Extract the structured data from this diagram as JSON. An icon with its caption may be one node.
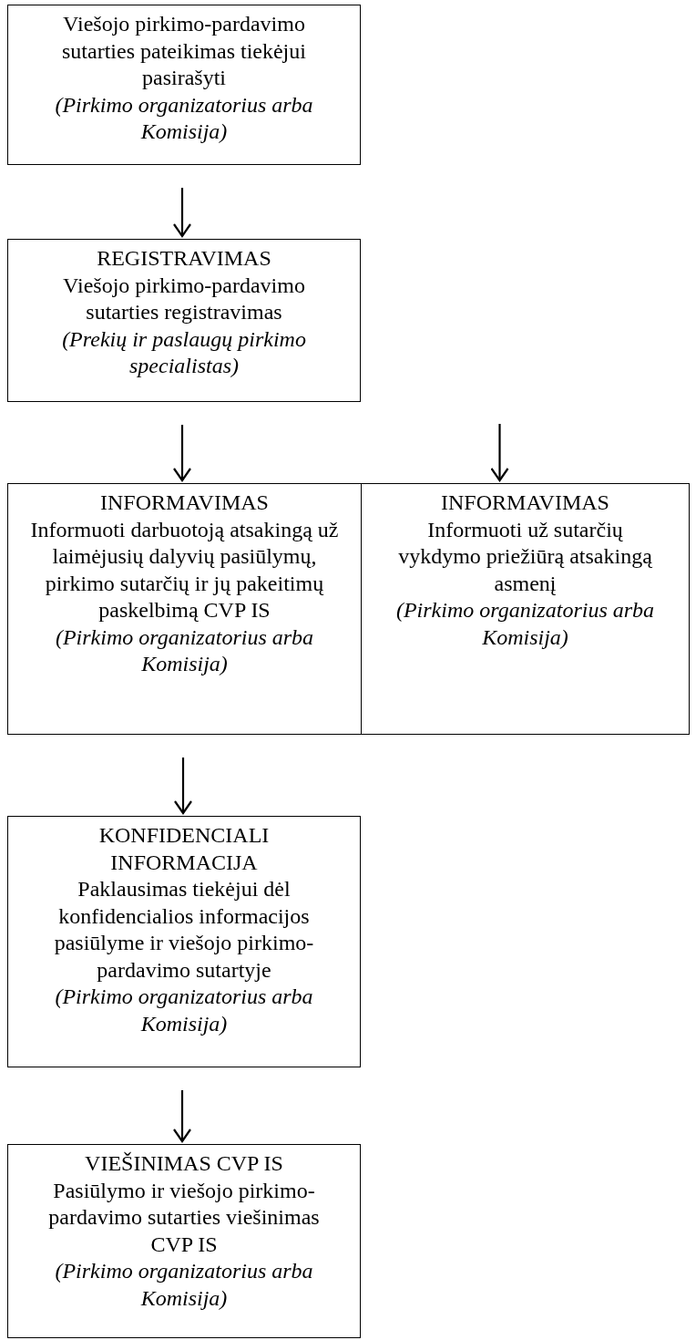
{
  "diagram": {
    "nodes": [
      {
        "text": [
          "Viešojo pirkimo-pardavimo sutarties pateikimas tiekėjui pasirašyti",
          "(Pirkimo organizatorius arba Komisija)"
        ]
      },
      {
        "text": [
          "REGISTRAVIMAS",
          "Viešojo pirkimo-pardavimo sutarties registravimas",
          "(Prekių ir paslaugų pirkimo specialistas)"
        ]
      },
      {
        "text": [
          "INFORMAVIMAS",
          "Informuoti darbuotoją atsakingą už laimėjusių dalyvių pasiūlymų, pirkimo sutarčių ir jų pakeitimų paskelbimą CVP IS",
          "(Pirkimo organizatorius arba Komisija)"
        ]
      },
      {
        "text": [
          "INFORMAVIMAS",
          "Informuoti už sutarčių vykdymo priežiūrą atsakingą asmenį",
          "(Pirkimo organizatorius arba Komisija)"
        ]
      },
      {
        "text": [
          "KONFIDENCIALI INFORMACIJA",
          "Paklausimas tiekėjui dėl konfidencialios informacijos pasiūlyme ir viešojo pirkimo-pardavimo sutartyje",
          "(Pirkimo organizatorius arba Komisija)"
        ]
      },
      {
        "text": [
          "VIEŠINIMAS CVP IS",
          "Pasiūlymo ir viešojo pirkimo-pardavimo sutarties viešinimas CVP IS",
          "(Pirkimo organizatorius arba Komisija)"
        ]
      }
    ],
    "edges": [
      {
        "from": 0,
        "to": 1,
        "arrow": "to"
      },
      {
        "from": 1,
        "to": 2,
        "arrow": "to"
      },
      {
        "from": null,
        "to": 3,
        "arrow": "to"
      },
      {
        "from": 2,
        "to": 4,
        "arrow": "to"
      },
      {
        "from": 4,
        "to": 5,
        "arrow": "to"
      }
    ]
  }
}
